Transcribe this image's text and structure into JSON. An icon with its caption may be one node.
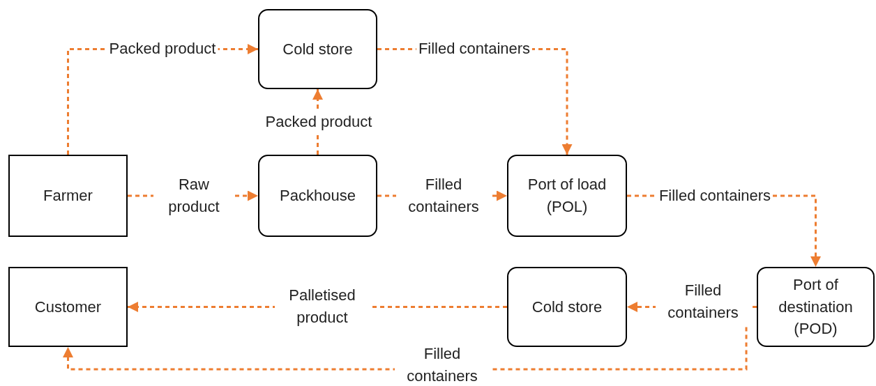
{
  "diagram": {
    "nodes": [
      {
        "text": [
          "Farmer"
        ]
      },
      {
        "text": [
          "Cold store"
        ]
      },
      {
        "text": [
          "Packhouse"
        ]
      },
      {
        "text": [
          "Port of load (POL)"
        ]
      },
      {
        "text": [
          "Customer"
        ]
      },
      {
        "text": [
          "Cold store"
        ]
      },
      {
        "text": [
          "Port of destination (POD)"
        ]
      }
    ],
    "edges": [
      {
        "from": 0,
        "to": 1,
        "arrow": "to",
        "label": "Packed product",
        "style": "dashed"
      },
      {
        "from": 2,
        "to": 1,
        "arrow": "to",
        "label": "Packed product",
        "style": "dashed"
      },
      {
        "from": 0,
        "to": 2,
        "arrow": "to",
        "label": "Raw product",
        "style": "dashed"
      },
      {
        "from": 2,
        "to": 3,
        "arrow": "to",
        "label": "Filled containers",
        "style": "dashed"
      },
      {
        "from": 1,
        "to": 3,
        "arrow": "to",
        "label": "Filled containers",
        "style": "dashed"
      },
      {
        "from": 3,
        "to": 6,
        "arrow": "to",
        "label": "Filled containers",
        "style": "dashed"
      },
      {
        "from": 6,
        "to": 5,
        "arrow": "to",
        "label": "Filled containers",
        "style": "dashed"
      },
      {
        "from": 5,
        "to": 4,
        "arrow": "to",
        "label": "Palletised product",
        "style": "dashed"
      },
      {
        "from": 6,
        "to": 4,
        "arrow": "to",
        "label": "Filled containers",
        "style": "dashed"
      }
    ]
  }
}
